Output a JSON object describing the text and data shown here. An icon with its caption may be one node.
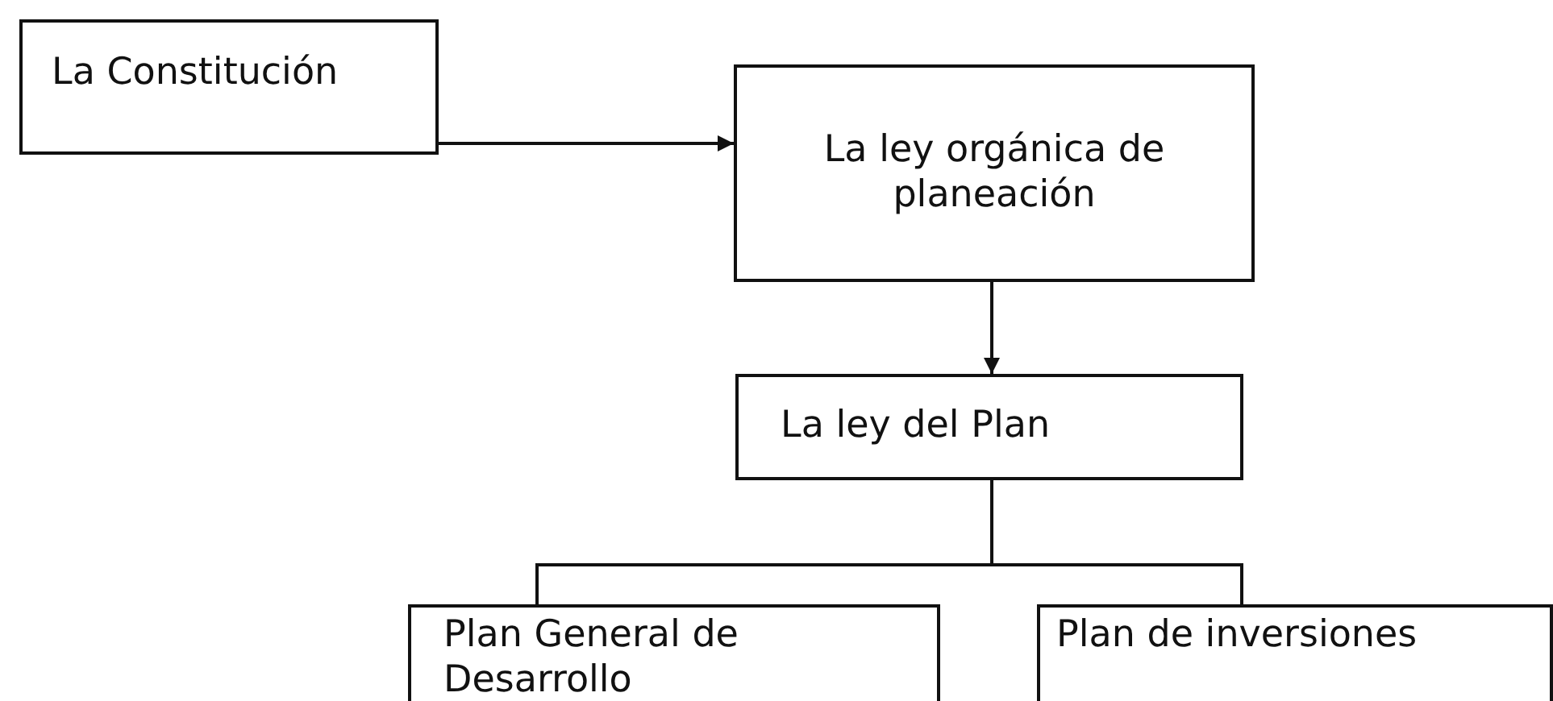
{
  "diagram": {
    "nodes": [
      {
        "text": [
          "La Constitución"
        ]
      },
      {
        "text": [
          "La ley orgánica de planeación"
        ]
      },
      {
        "text": [
          "La ley del Plan"
        ]
      },
      {
        "text": [
          "Plan General de Desarrollo"
        ]
      },
      {
        "text": [
          "Plan de inversiones"
        ]
      }
    ],
    "edges": [
      {
        "from": 0,
        "to": 1,
        "arrow": "to"
      },
      {
        "from": 1,
        "to": 2,
        "arrow": "to"
      },
      {
        "from": 2,
        "to": 3,
        "arrow": "none"
      },
      {
        "from": 2,
        "to": 4,
        "arrow": "none"
      }
    ]
  }
}
